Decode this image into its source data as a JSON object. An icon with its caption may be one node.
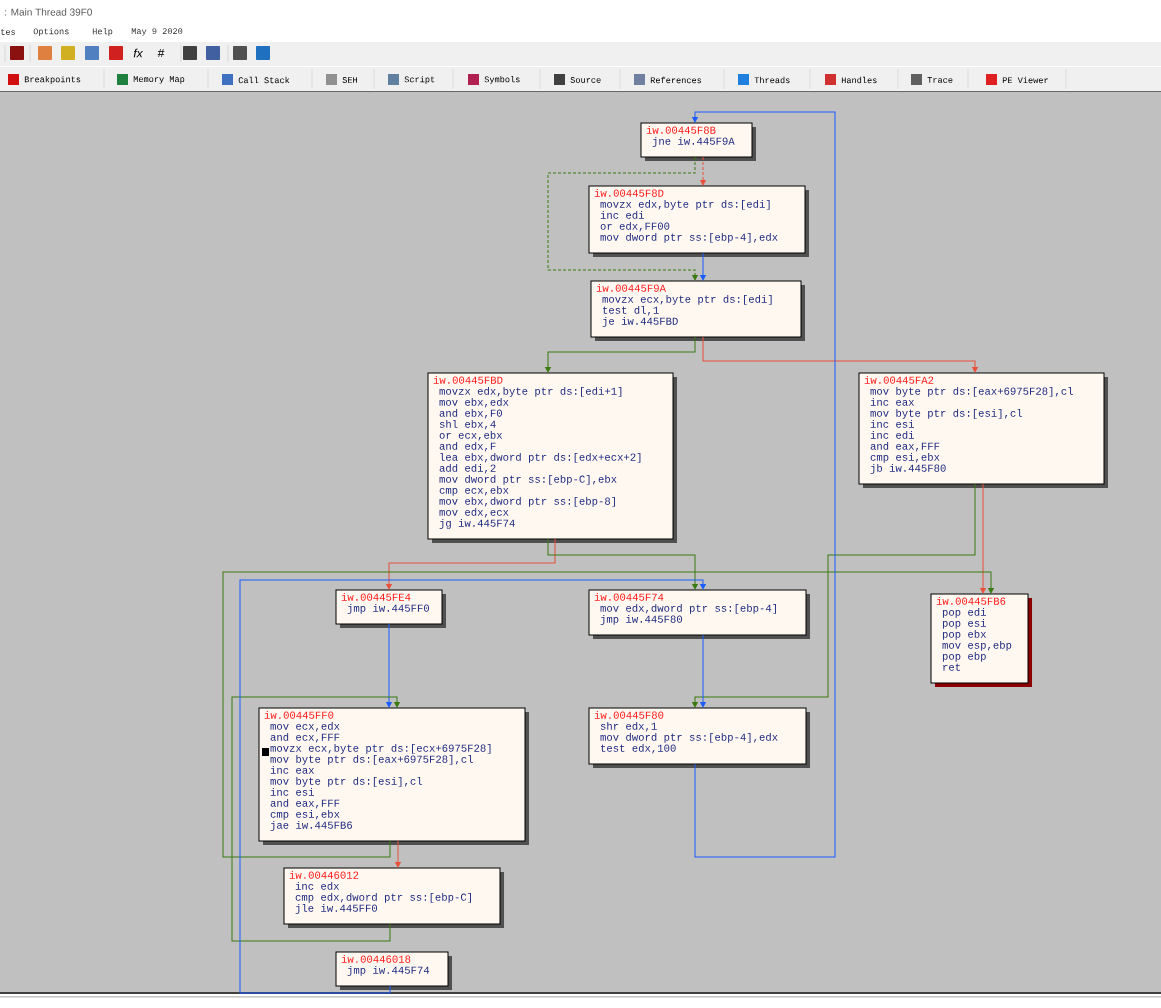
{
  "diagram": {
    "nodes": [
      {
        "text": [
          "iw.00445F8B",
          "jne iw.445F9A"
        ]
      },
      {
        "text": [
          "iw.00445F8D",
          "movzx edx,byte ptr ds:[edi]",
          "inc edi",
          "or edx,FF00",
          "mov dword ptr ss:[ebp-4],edx"
        ]
      },
      {
        "text": [
          "iw.00445F9A",
          "movzx ecx,byte ptr ds:[edi]",
          "test dl,1",
          "je iw.445FBD"
        ]
      },
      {
        "text": [
          "iw.00445FBD",
          "movzx edx,byte ptr ds:[edi+1]",
          "mov ebx,edx",
          "and ebx,F0",
          "shl ebx,4",
          "or ecx,ebx",
          "and edx,F",
          "lea ebx,dword ptr ds:[edx+ecx+2]",
          "add edi,2",
          "mov dword ptr ss:[ebp-C],ebx",
          "cmp ecx,ebx",
          "mov ebx,dword ptr ss:[ebp-8]",
          "mov edx,ecx",
          "jg iw.445F74"
        ]
      },
      {
        "text": [
          "iw.00445FA2",
          "mov byte ptr ds:[eax+6975F28],cl",
          "inc eax",
          "mov byte ptr ds:[esi],cl",
          "inc esi",
          "inc edi",
          "and eax,FFF",
          "cmp esi,ebx",
          "jb iw.445F80"
        ]
      },
      {
        "text": [
          "iw.00445FE4",
          "jmp iw.445FF0"
        ]
      },
      {
        "text": [
          "iw.00445F74",
          "mov edx,dword ptr ss:[ebp-4]",
          "jmp iw.445F80"
        ]
      },
      {
        "text": [
          "iw.00445FB6",
          "pop edi",
          "pop esi",
          "pop ebx",
          "mov esp,ebp",
          "pop ebp",
          "ret"
        ]
      },
      {
        "text": [
          "iw.00445FF0",
          "mov ecx,edx",
          "and ecx,FFF",
          "movzx ecx,byte ptr ds:[ecx+6975F28]",
          "mov byte ptr ds:[eax+6975F28],cl",
          "inc eax",
          "mov byte ptr ds:[esi],cl",
          "inc esi",
          "and eax,FFF",
          "cmp esi,ebx",
          "jae iw.445FB6"
        ]
      },
      {
        "text": [
          "iw.00445F80",
          "shr edx,1",
          "mov dword ptr ss:[ebp-4],edx",
          "test edx,100"
        ]
      },
      {
        "text": [
          "iw.00446012",
          "inc edx",
          "cmp edx,dword ptr ss:[ebp-C]",
          "jle iw.445FF0"
        ]
      },
      {
        "text": [
          "iw.00446018",
          "jmp iw.445F74"
        ]
      }
    ],
    "edges": [
      {
        "from": 0,
        "to": 1,
        "arrow": "to",
        "style": "dashed",
        "color": "#e8503a"
      },
      {
        "from": 0,
        "to": 2,
        "arrow": "to",
        "style": "dashed",
        "color": "#3a7a10"
      },
      {
        "from": 1,
        "to": 2,
        "arrow": "to",
        "color": "#1a5cff"
      },
      {
        "from": 2,
        "to": 3,
        "arrow": "to",
        "color": "#3a7a10"
      },
      {
        "from": 2,
        "to": 4,
        "arrow": "to",
        "color": "#e8503a"
      },
      {
        "from": 3,
        "to": 5,
        "arrow": "to",
        "color": "#e8503a"
      },
      {
        "from": 3,
        "to": 6,
        "arrow": "to",
        "color": "#3a7a10"
      },
      {
        "from": 4,
        "to": 9,
        "arrow": "to",
        "color": "#3a7a10"
      },
      {
        "from": 4,
        "to": 7,
        "arrow": "to",
        "color": "#e8503a"
      },
      {
        "from": 5,
        "to": 8,
        "arrow": "to",
        "color": "#1a5cff"
      },
      {
        "from": 6,
        "to": 9,
        "arrow": "to",
        "color": "#1a5cff"
      },
      {
        "from": 8,
        "to": 7,
        "arrow": "to",
        "color": "#3a7a10"
      },
      {
        "from": 8,
        "to": 10,
        "arrow": "to",
        "color": "#e8503a"
      },
      {
        "from": 10,
        "to": 8,
        "arrow": "to",
        "color": "#3a7a10"
      },
      {
        "from": 11,
        "to": 6,
        "arrow": "to",
        "color": "#1a5cff"
      },
      {
        "from": 9,
        "to": 0,
        "arrow": "to",
        "color": "#1a5cff"
      }
    ],
    "labels": [
      ": Main Thread 39F0",
      "tes",
      "Options",
      "Help",
      "May 9 2020",
      "fx",
      "#",
      "Breakpoints",
      "Memory Map",
      "Call Stack",
      "SEH",
      "Script",
      "Symbols",
      "Source",
      "References",
      "Threads",
      "Handles",
      "Trace",
      "PE Viewer"
    ]
  }
}
